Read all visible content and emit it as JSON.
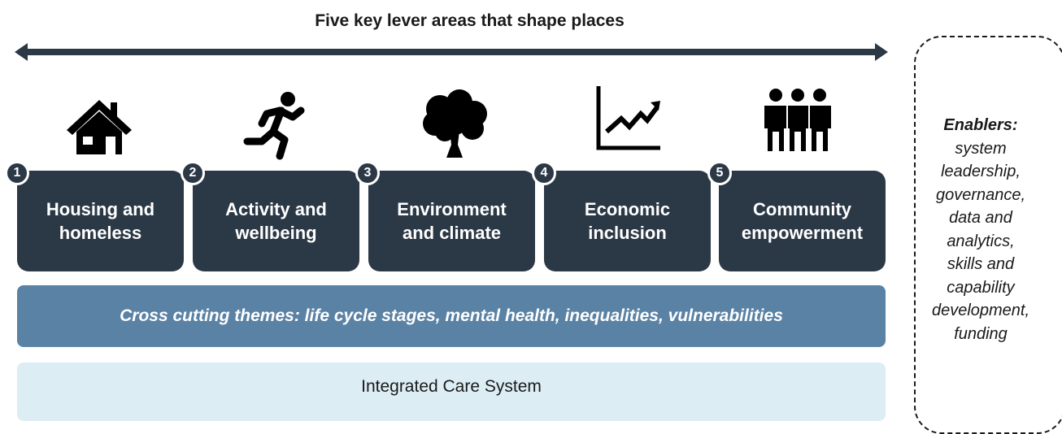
{
  "title": "Five key lever areas that shape places",
  "levers": [
    {
      "number": "1",
      "label": "Housing and\nhomeless",
      "icon": "house-icon"
    },
    {
      "number": "2",
      "label": "Activity and\nwellbeing",
      "icon": "running-person-icon"
    },
    {
      "number": "3",
      "label": "Environment\nand climate",
      "icon": "tree-icon"
    },
    {
      "number": "4",
      "label": "Economic\ninclusion",
      "icon": "growth-chart-icon"
    },
    {
      "number": "5",
      "label": "Community\nempowerment",
      "icon": "people-group-icon"
    }
  ],
  "cross_cutting": "Cross cutting themes: life cycle stages, mental health, inequalities, vulnerabilities",
  "integrated_care": "Integrated Care System",
  "enablers": {
    "heading": "Enablers:",
    "body": "system\nleadership,\ngovernance,\ndata and\nanalytics,\nskills and\ncapability\ndevelopment,\nfunding"
  },
  "colors": {
    "lever_box": "#2b3846",
    "cross_cutting_band": "#5a82a5",
    "integrated_care_band": "#dcedf4",
    "arrow": "#2b3846"
  }
}
